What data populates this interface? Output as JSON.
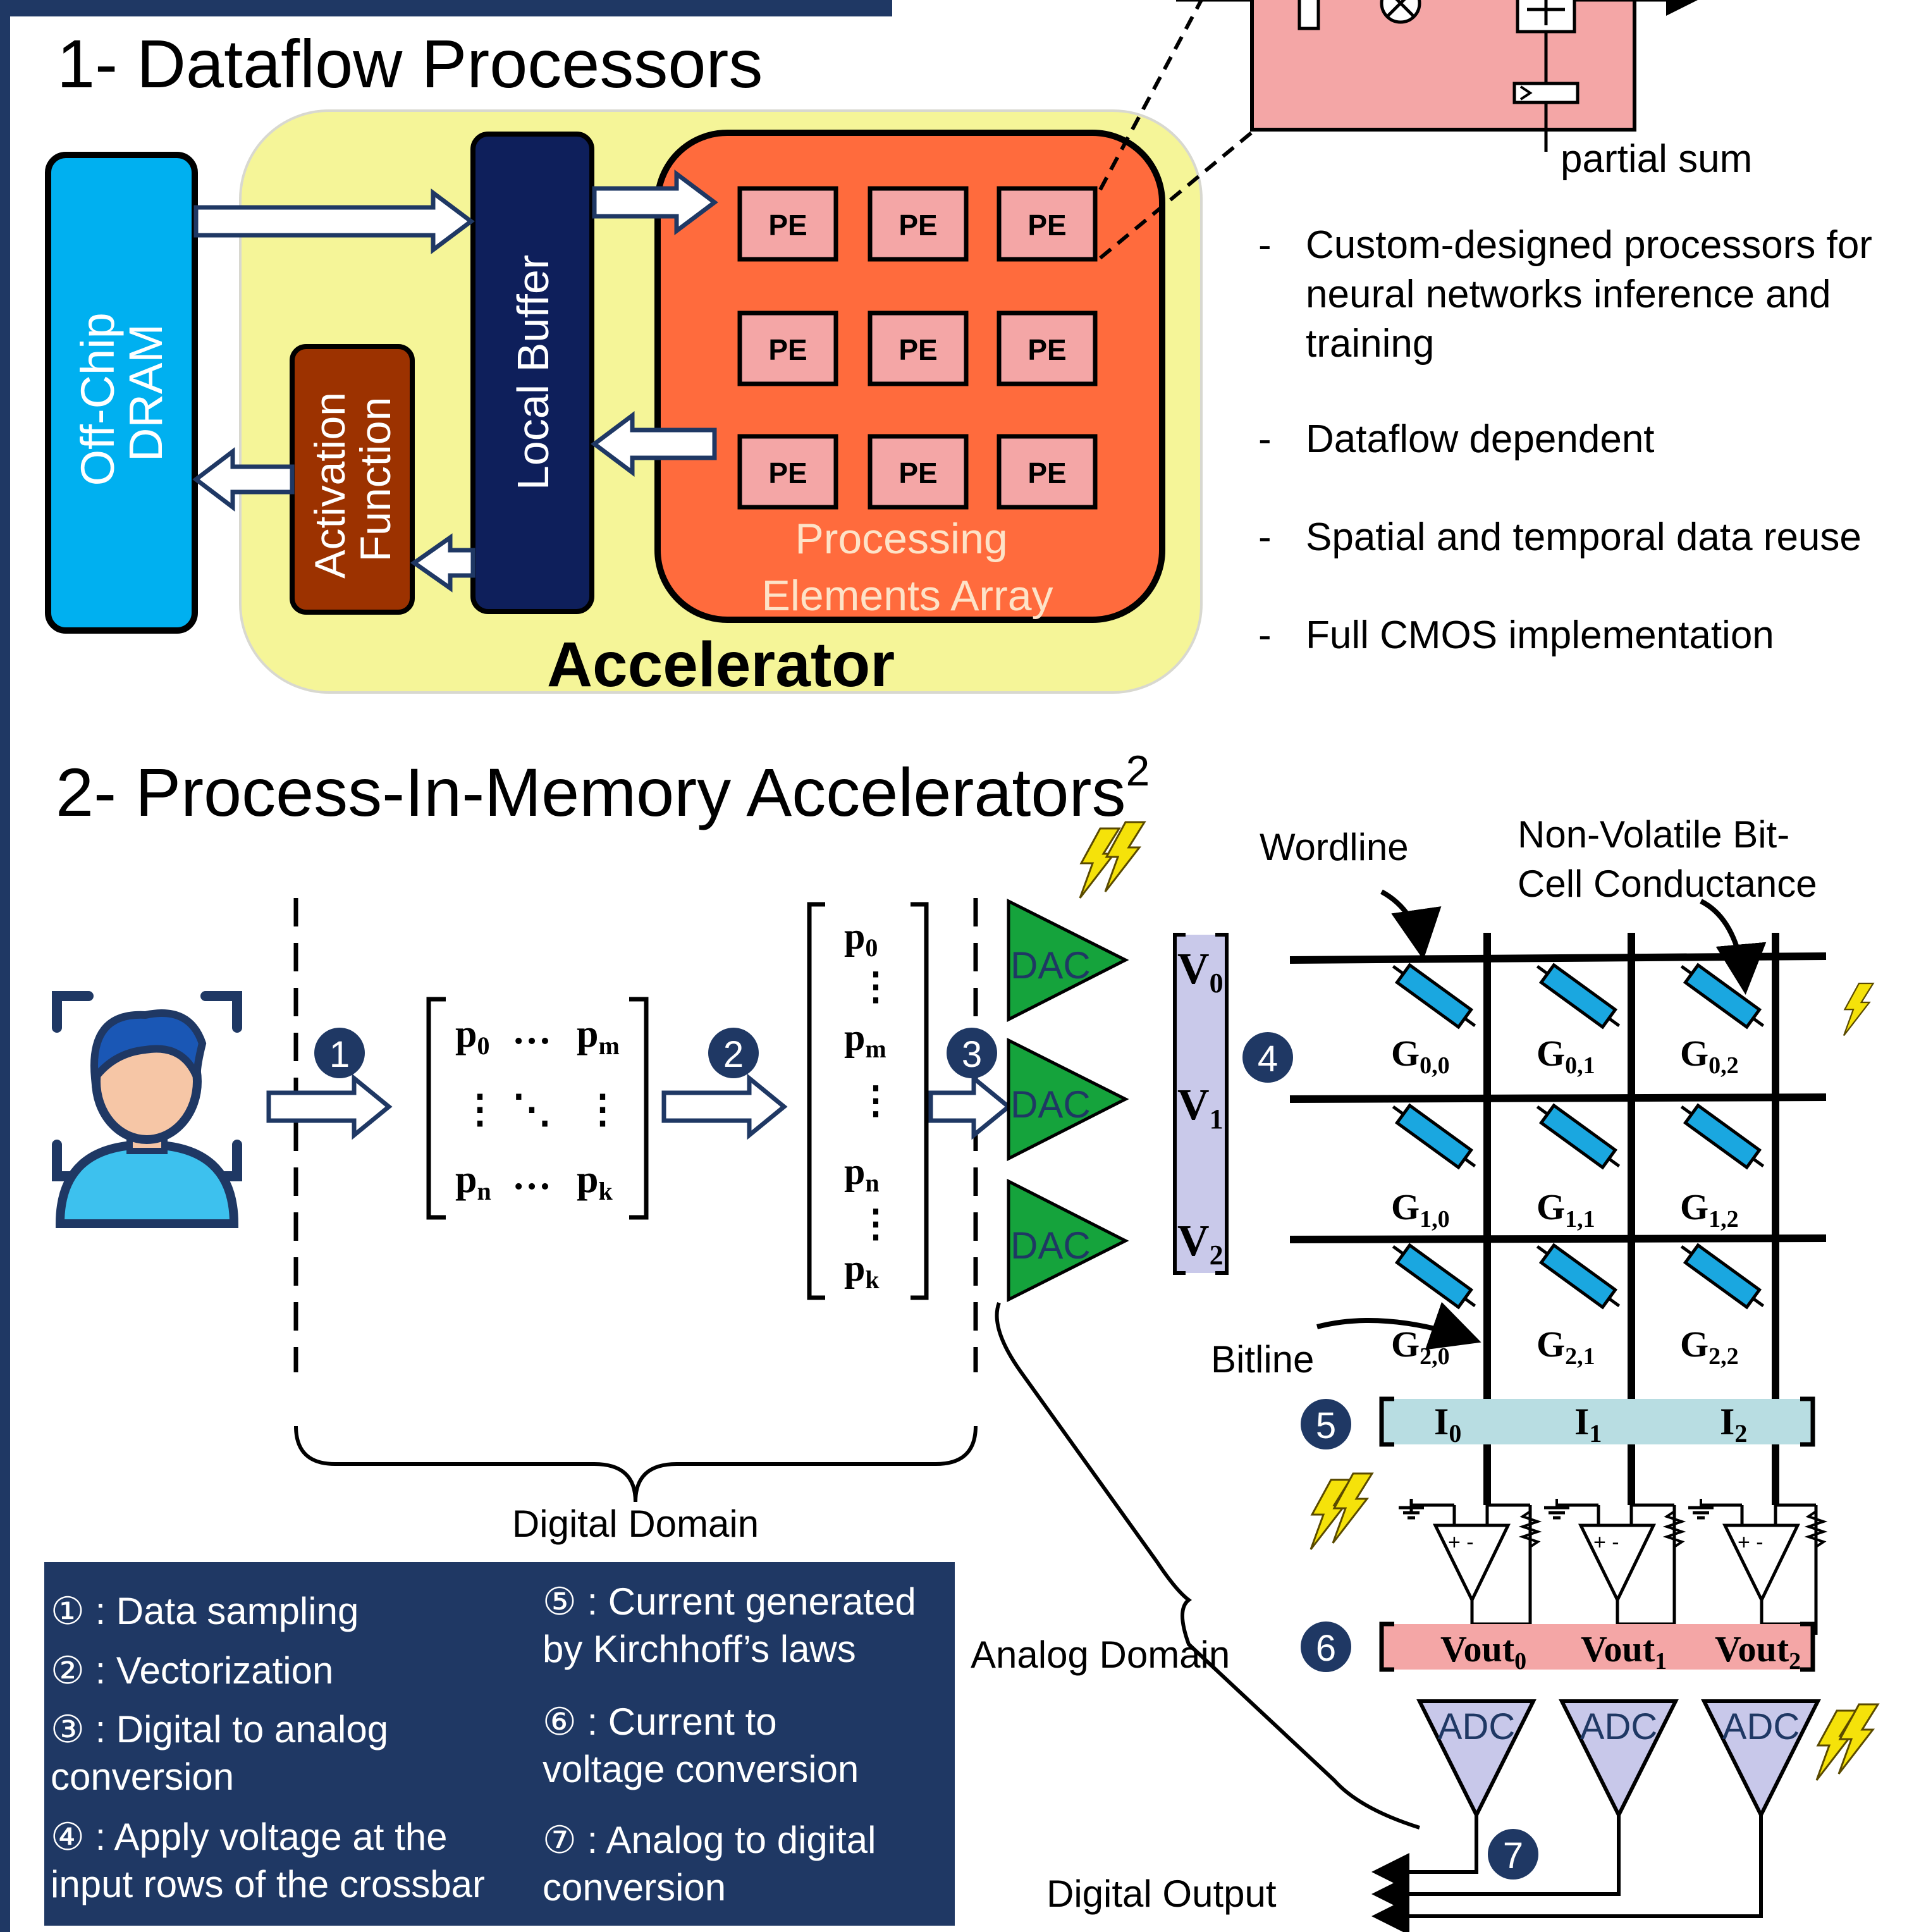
{
  "section1": {
    "title": "1- Dataflow Processors",
    "dram_label_1": "Off-Chip",
    "dram_label_2": "DRAM",
    "local_buffer": "Local Buffer",
    "activation_1": "Activation",
    "activation_2": "Function",
    "pe_label": "PE",
    "pe_array_1": "Processing",
    "pe_array_2": "Elements Array",
    "accelerator": "Accelerator",
    "partial_sum": "partial sum",
    "bullets": [
      {
        "dash": "-",
        "lines": [
          "Custom-designed processors for",
          "neural networks inference and",
          "training"
        ]
      },
      {
        "dash": "-",
        "lines": [
          "Dataflow dependent"
        ]
      },
      {
        "dash": "-",
        "lines": [
          "Spatial and temporal data reuse"
        ]
      },
      {
        "dash": "-",
        "lines": [
          "Full CMOS implementation"
        ]
      }
    ]
  },
  "section2": {
    "title": "2- Process-In-Memory Accelerators",
    "title_sup": "2",
    "steps": [
      "1",
      "2",
      "3",
      "4",
      "5",
      "6",
      "7"
    ],
    "matrix": {
      "tl": "p",
      "tl_sub": "0",
      "tr": "p",
      "tr_sub": "m",
      "bl": "p",
      "bl_sub": "n",
      "br": "p",
      "br_sub": "k",
      "hdots": "…",
      "vdots": "⋮",
      "ddots": "⋱"
    },
    "vector": [
      {
        "t": "p",
        "s": "0"
      },
      {
        "t": "p",
        "s": "m"
      },
      {
        "t": "p",
        "s": "n"
      },
      {
        "t": "p",
        "s": "k"
      }
    ],
    "dac": "DAC",
    "adc": "ADC",
    "voltages": [
      {
        "t": "V",
        "s": "0"
      },
      {
        "t": "V",
        "s": "1"
      },
      {
        "t": "V",
        "s": "2"
      }
    ],
    "wordline": "Wordline",
    "nv_1": "Non-Volatile Bit-",
    "nv_2": "Cell Conductance",
    "bitline": "Bitline",
    "conductances": [
      {
        "t": "G",
        "s": "0,0"
      },
      {
        "t": "G",
        "s": "0,1"
      },
      {
        "t": "G",
        "s": "0,2"
      },
      {
        "t": "G",
        "s": "1,0"
      },
      {
        "t": "G",
        "s": "1,1"
      },
      {
        "t": "G",
        "s": "1,2"
      },
      {
        "t": "G",
        "s": "2,0"
      },
      {
        "t": "G",
        "s": "2,1"
      },
      {
        "t": "G",
        "s": "2,2"
      }
    ],
    "currents": [
      {
        "t": "I",
        "s": "0"
      },
      {
        "t": "I",
        "s": "1"
      },
      {
        "t": "I",
        "s": "2"
      }
    ],
    "vouts": [
      {
        "t": "Vout",
        "s": "0"
      },
      {
        "t": "Vout",
        "s": "1"
      },
      {
        "t": "Vout",
        "s": "2"
      }
    ],
    "opamp_sign": "+ -",
    "digital_domain": "Digital Domain",
    "analog_domain": "Analog Domain",
    "digital_output": "Digital Output"
  },
  "legend": [
    {
      "num": "①",
      "lines": [
        " : Data sampling"
      ]
    },
    {
      "num": "②",
      "lines": [
        " : Vectorization"
      ]
    },
    {
      "num": "③",
      "lines": [
        " : Digital to analog",
        "conversion"
      ]
    },
    {
      "num": "④",
      "lines": [
        " : Apply voltage at the",
        "input rows of the crossbar"
      ]
    },
    {
      "num": "⑤",
      "lines": [
        " : Current generated",
        "by Kirchhoff’s laws"
      ]
    },
    {
      "num": "⑥",
      "lines": [
        "  : Current to",
        "voltage conversion"
      ]
    },
    {
      "num": "⑦",
      "lines": [
        "  : Analog to digital",
        "conversion"
      ]
    }
  ],
  "colors": {
    "navy": "#1f3864",
    "dram": "#00b0f0",
    "accelerator_bg": "#f5f598",
    "pe_array": "#ff6b3d",
    "pe": "#f4a6a6",
    "activation": "#9c3200",
    "dac": "#15a33c",
    "adc": "#c8c8ea",
    "voltage_bar": "#c9c9ea",
    "current_bar": "#b8dde2",
    "vout_bar": "#f4a6a6",
    "memristor": "#1aa7e0",
    "bolt": "#f5e20a"
  }
}
